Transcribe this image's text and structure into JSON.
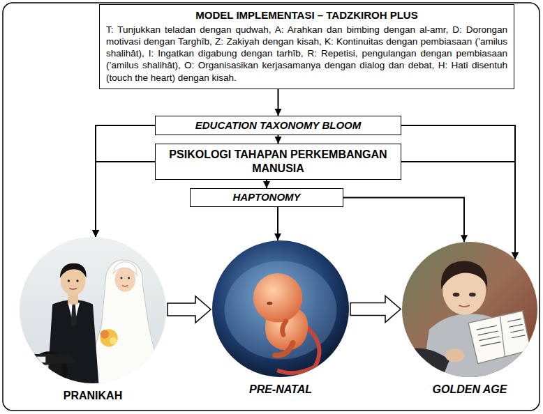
{
  "diagram": {
    "nodes": [
      {
        "text": [
          "MODEL IMPLEMENTASI – TADZKIROH PLUS",
          "T: Tunjukkan teladan dengan qudwah, A: Arahkan dan bimbing dengan al-amr, D: Dorongan motivasi dengan Targhîb, Z: Zakiyah dengan kisah, K: Kontinuitas dengan pembiasaan (’amilus shalihât), I: Ingatkan digabung dengan tarhîb, R: Repetisi, pengulangan dengan pembiasaan (’amilus shalihât), O: Organisasikan kerjasamanya dengan dialog dan debat, H: Hati disentuh (touch the heart) dengan kisah."
        ]
      },
      {
        "text": [
          "EDUCATION TAXONOMY BLOOM"
        ]
      },
      {
        "text": [
          "PSIKOLOGI TAHAPAN PERKEMBANGAN MANUSIA"
        ]
      },
      {
        "text": [
          "HAPTONOMY"
        ]
      },
      {
        "text": [
          "PRANIKAH"
        ]
      },
      {
        "text": [
          "PRE-NATAL"
        ]
      },
      {
        "text": [
          "GOLDEN AGE"
        ]
      }
    ],
    "edges": [
      {
        "from": 0,
        "to": 1,
        "arrow": "to"
      },
      {
        "from": 1,
        "to": 2,
        "arrow": "to"
      },
      {
        "from": 2,
        "to": 3,
        "arrow": "to"
      },
      {
        "from": 3,
        "to": 5,
        "arrow": "to"
      },
      {
        "from": 1,
        "to": 4,
        "arrow": "to"
      },
      {
        "from": 2,
        "to": 4,
        "arrow": "to"
      },
      {
        "from": 1,
        "to": 6,
        "arrow": "to"
      },
      {
        "from": 2,
        "to": 6,
        "arrow": "to"
      },
      {
        "from": 3,
        "to": 6,
        "arrow": "to"
      },
      {
        "from": 4,
        "to": 5,
        "arrow": "to"
      },
      {
        "from": 5,
        "to": 6,
        "arrow": "to"
      }
    ]
  }
}
